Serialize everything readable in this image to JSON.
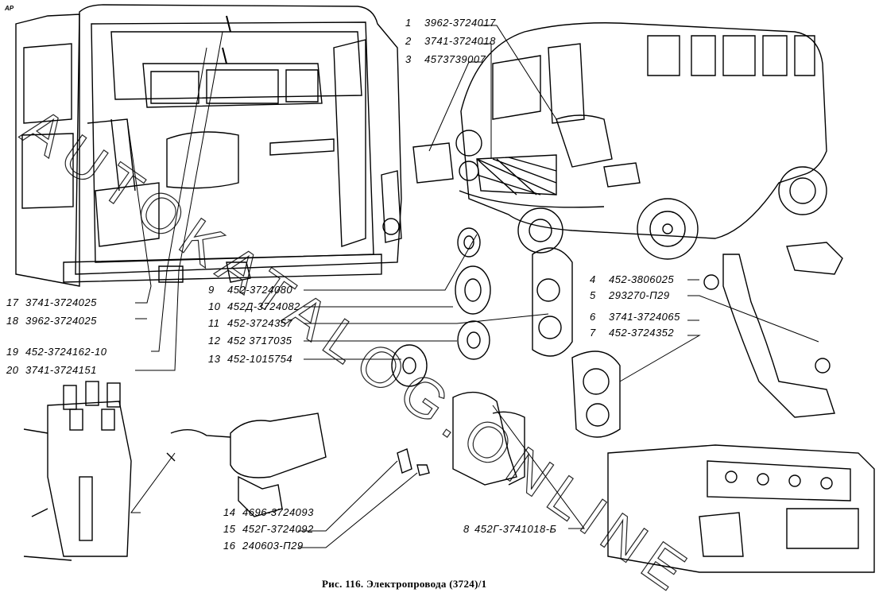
{
  "corner_mark": "AP",
  "watermark": "AUTOKATALOG.ONLINE",
  "caption": "Рис. 116. Электропровода (3724)/1",
  "parts": [
    {
      "n": "1",
      "code": "3962-3724017"
    },
    {
      "n": "2",
      "code": "3741-3724018"
    },
    {
      "n": "3",
      "code": "4573739007"
    },
    {
      "n": "4",
      "code": "452-3806025"
    },
    {
      "n": "5",
      "code": "293270-П29"
    },
    {
      "n": "6",
      "code": "3741-3724065"
    },
    {
      "n": "7",
      "code": "452-3724352"
    },
    {
      "n": "8",
      "code": "452Г-3741018-Б"
    },
    {
      "n": "9",
      "code": "452-3724080"
    },
    {
      "n": "10",
      "code": "452Д-3724082"
    },
    {
      "n": "11",
      "code": "452-3724357"
    },
    {
      "n": "12",
      "code": "452 3717035"
    },
    {
      "n": "13",
      "code": "452-1015754"
    },
    {
      "n": "14",
      "code": "4696-3724093"
    },
    {
      "n": "15",
      "code": "452Г-3724092"
    },
    {
      "n": "16",
      "code": "240603-П29"
    },
    {
      "n": "17",
      "code": "3741-3724025"
    },
    {
      "n": "18",
      "code": "3962-3724025"
    },
    {
      "n": "19",
      "code": "452-3724162-10"
    },
    {
      "n": "20",
      "code": "3741-3724151"
    }
  ]
}
